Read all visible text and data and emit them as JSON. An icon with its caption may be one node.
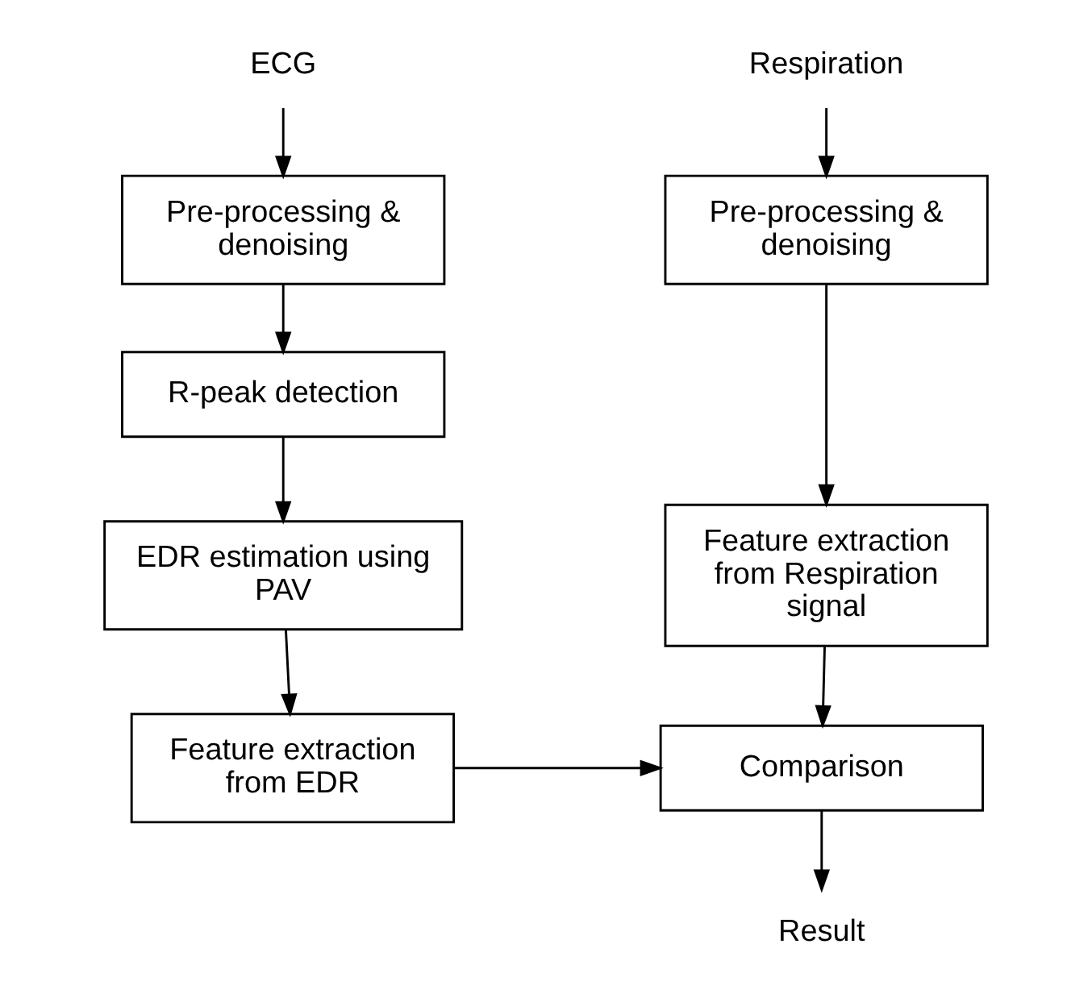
{
  "diagram": {
    "nodes": [
      {
        "text": [
          "ECG"
        ]
      },
      {
        "text": [
          "Pre-processing & denoising"
        ]
      },
      {
        "text": [
          "R-peak detection"
        ]
      },
      {
        "text": [
          "EDR estimation using PAV"
        ]
      },
      {
        "text": [
          "Feature extraction from EDR"
        ]
      },
      {
        "text": [
          "Respiration"
        ]
      },
      {
        "text": [
          "Pre-processing & denoising"
        ]
      },
      {
        "text": [
          "Feature extraction from Respiration signal"
        ]
      },
      {
        "text": [
          "Comparison"
        ]
      },
      {
        "text": [
          "Result"
        ]
      }
    ],
    "edges": [
      {
        "from": 0,
        "to": 1,
        "arrow": "to"
      },
      {
        "from": 1,
        "to": 2,
        "arrow": "to"
      },
      {
        "from": 2,
        "to": 3,
        "arrow": "to"
      },
      {
        "from": 3,
        "to": 4,
        "arrow": "to"
      },
      {
        "from": 5,
        "to": 6,
        "arrow": "to"
      },
      {
        "from": 6,
        "to": 7,
        "arrow": "to"
      },
      {
        "from": 7,
        "to": 8,
        "arrow": "to"
      },
      {
        "from": 4,
        "to": 8,
        "arrow": "to"
      },
      {
        "from": 8,
        "to": 9,
        "arrow": "to"
      }
    ]
  }
}
